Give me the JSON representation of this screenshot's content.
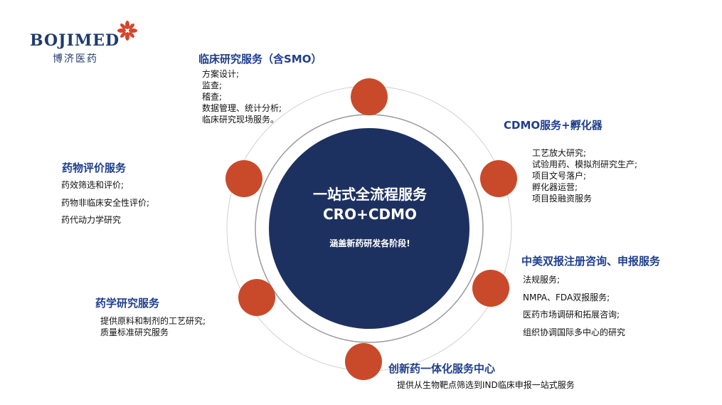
{
  "logo": {
    "wordmark": "BOJIMED",
    "subtitle": "博济医药",
    "mark_icon": "asterisk-flower-icon",
    "mark_color": "#d6452b"
  },
  "colors": {
    "center_fill": "#1d3160",
    "node_fill": "#c94a2a",
    "ring_stroke": "#bfbfbf",
    "title_text": "#1f3f8c"
  },
  "center": {
    "title_line1": "一站式全流程服务",
    "title_line2": "CRO+CDMO",
    "subtitle": "涵盖新药研发各阶段!"
  },
  "services": {
    "clinical": {
      "title": "临床研究服务（含SMO）",
      "items": [
        "方案设计;",
        "监查;",
        "稽查;",
        "数据管理、统计分析;",
        "临床研究现场服务。"
      ]
    },
    "cdmo": {
      "title": "CDMO服务+孵化器",
      "items": [
        "工艺放大研究;",
        "试验用药、模拟剂研究生产;",
        "项目文号落户;",
        "孵化器运营;",
        "项目投融资服务"
      ]
    },
    "evaluation": {
      "title": "药物评价服务",
      "items": [
        "药效筛选和评价;",
        "药物非临床安全性评价;",
        "药代动力学研究"
      ]
    },
    "registration": {
      "title": "中美双报注册咨询、申报服务",
      "items": [
        "法规服务;",
        "NMPA、FDA双报服务;",
        "医药市场调研和拓展咨询;",
        "组织协调国际多中心的研究"
      ]
    },
    "pharmaceutics": {
      "title": "药学研究服务",
      "items": [
        "提供原料和制剂的工艺研究;",
        "质量标准研究服务"
      ]
    },
    "innovation": {
      "title": "创新药一体化服务中心",
      "items": [
        "提供从生物靶点筛选到IND临床申报一站式服务"
      ]
    }
  }
}
